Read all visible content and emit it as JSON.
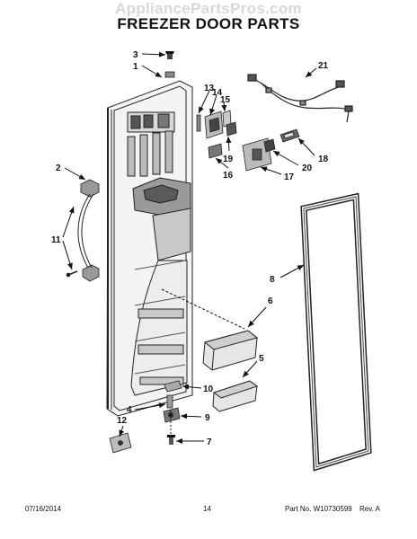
{
  "watermark": "AppliancePartsPros.com",
  "title": "FREEZER DOOR PARTS",
  "callouts": [
    "1",
    "2",
    "3",
    "4",
    "5",
    "6",
    "7",
    "8",
    "9",
    "10",
    "11",
    "12",
    "13",
    "14",
    "15",
    "16",
    "17",
    "18",
    "19",
    "20",
    "21"
  ],
  "footer": {
    "date": "07/16/2014",
    "page": "14",
    "part_number": "Part No. W10730599",
    "revision": "Rev. A"
  }
}
